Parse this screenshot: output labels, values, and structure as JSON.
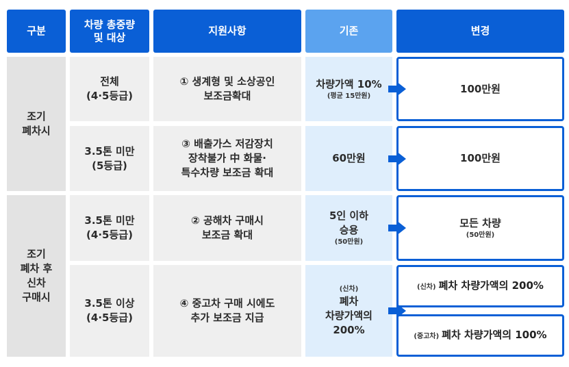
{
  "headers": {
    "category": "구분",
    "target_line1": "차량 총중량",
    "target_line2": "및 대상",
    "support": "지원사항",
    "existing": "기존",
    "changed": "변경"
  },
  "groups": {
    "early_scrap": "조기\n폐차시",
    "early_scrap_new": "조기\n폐차 후\n신차\n구매시"
  },
  "rows": [
    {
      "target": "전체\n(4·5등급)",
      "support": "① 생계형 및 소상공인\n보조금확대",
      "existing_main": "차량가액 10%",
      "existing_note": "(평균 15만원)",
      "changed": "100만원"
    },
    {
      "target": "3.5톤 미만\n(5등급)",
      "support": "③ 배출가스 저감장치\n장착불가 中 화물·\n특수차량 보조금 확대",
      "existing_main": "60만원",
      "changed": "100만원"
    },
    {
      "target": "3.5톤 미만\n(4·5등급)",
      "support": "② 공해차 구매시\n보조금 확대",
      "existing_main": "5인 이하\n승용",
      "existing_note": "(50만원)",
      "changed_main": "모든 차량",
      "changed_note": "(50만원)"
    },
    {
      "target": "3.5톤 이상\n(4·5등급)",
      "support": "④ 중고차 구매 시에도\n추가 보조금 지급",
      "existing_pre": "(신차)",
      "existing_main": "폐차\n차량가액의\n200%",
      "changed_a_pre": "(신차)",
      "changed_a_main": "폐차 차량가액의 200%",
      "changed_b_pre": "(중고차)",
      "changed_b_main": "폐차 차량가액의 100%"
    }
  ],
  "colors": {
    "header_blue": "#0a5fd6",
    "header_light": "#5ba3ef",
    "existing_bg": "#dfeefc",
    "gray_bg": "#efefef"
  }
}
